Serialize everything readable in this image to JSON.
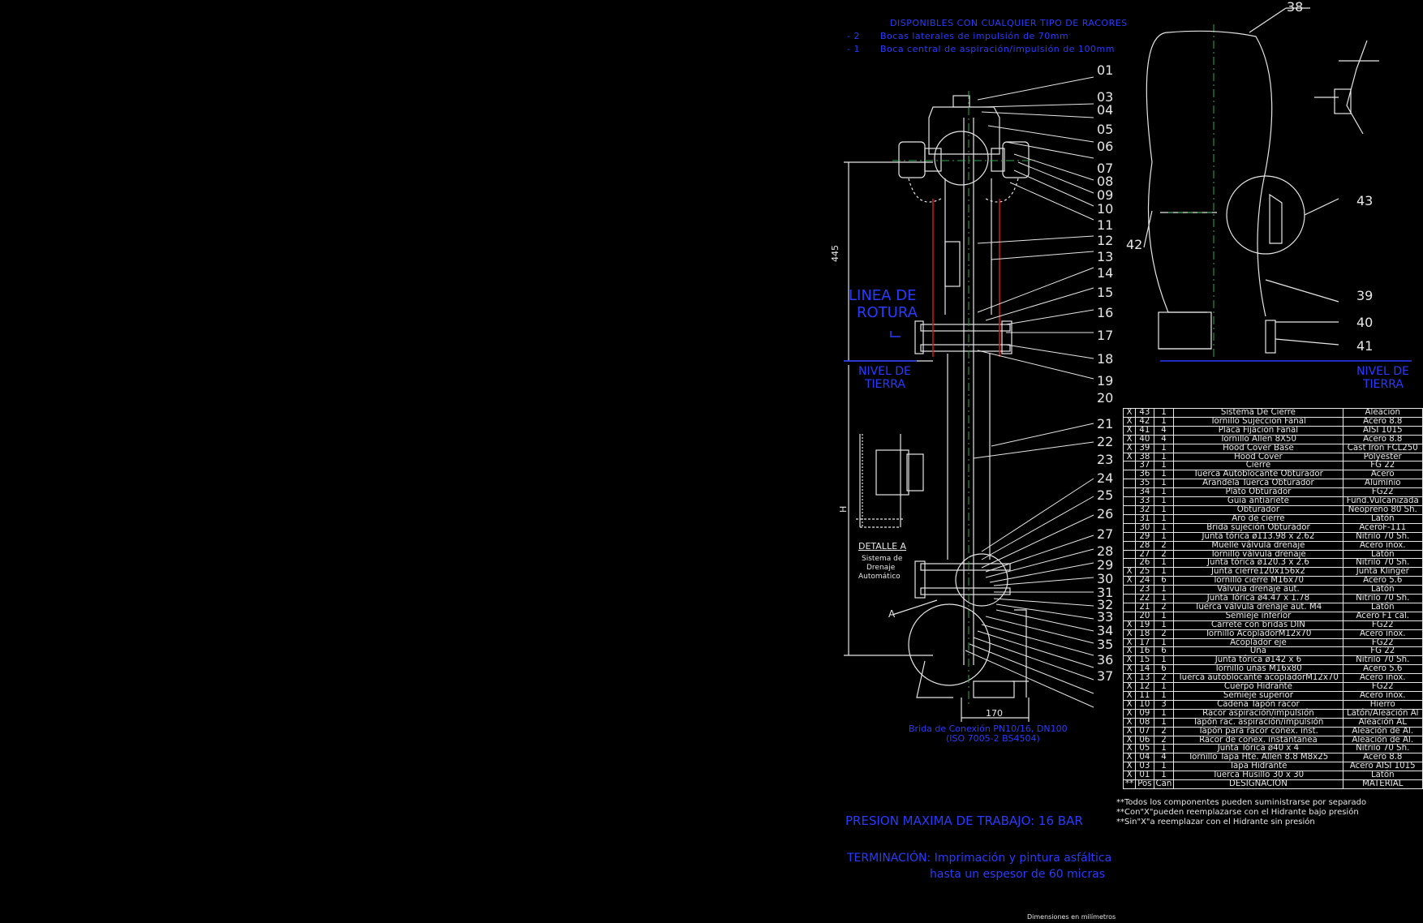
{
  "header": {
    "line1": "DISPONIBLES CON CUALQUIER TIPO DE RACORES",
    "line2_prefix": "- 2",
    "line2_text": "Bocas laterales de impulsión de 70mm",
    "line3_prefix": "- 1",
    "line3_text": "Boca central de aspiración/impulsión de 100mm"
  },
  "labels": {
    "linea_rotura_1": "LINEA DE",
    "linea_rotura_2": "ROTURA",
    "nivel_left_1": "NIVEL DE",
    "nivel_left_2": "TIERRA",
    "nivel_right_1": "NIVEL DE",
    "nivel_right_2": "TIERRA",
    "detalle_a": "DETALLE A",
    "detalle_desc_1": "Sistema de",
    "detalle_desc_2": "Drenaje",
    "detalle_desc_3": "Automático",
    "point_a": "A",
    "dim_445": "445",
    "dim_h": "H",
    "dim_170": "170",
    "brida_1": "Brida de Conexión PN10/16, DN100",
    "brida_2": "(ISO 7005-2 BS4504)",
    "presion": "PRESION MAXIMA DE TRABAJO: 16 BAR",
    "termin_1": "TERMINACIÓN: Imprimación y pintura asfáltica",
    "termin_2": "hasta un espesor de 60 micras",
    "dimensiones": "Dimensiones en milímetros"
  },
  "callouts_main": [
    "01",
    "03",
    "04",
    "05",
    "06",
    "07",
    "08",
    "09",
    "10",
    "11",
    "12",
    "13",
    "14",
    "15",
    "16",
    "17",
    "18",
    "19",
    "20",
    "21",
    "22",
    "23",
    "24",
    "25",
    "26",
    "27",
    "28",
    "29",
    "30",
    "31",
    "32",
    "33",
    "34",
    "35",
    "36",
    "37"
  ],
  "callouts_right": [
    "38",
    "42",
    "43",
    "39",
    "40",
    "41"
  ],
  "bom": {
    "rows": [
      {
        "x": "X",
        "pos": "43",
        "cant": "1",
        "des": "Sistema De Cierre",
        "mat": "Aleacion"
      },
      {
        "x": "X",
        "pos": "42",
        "cant": "1",
        "des": "Tornillo Sujeccion Fanal",
        "mat": "Acero 8.8"
      },
      {
        "x": "X",
        "pos": "41",
        "cant": "4",
        "des": "Placa Fijacion Fanal",
        "mat": "AISI 1015"
      },
      {
        "x": "X",
        "pos": "40",
        "cant": "4",
        "des": "Tornillo Allen 8X50",
        "mat": "Acero 8.8"
      },
      {
        "x": "X",
        "pos": "39",
        "cant": "1",
        "des": "Hood Cover Base",
        "mat": "Cast Iron FCL250"
      },
      {
        "x": "X",
        "pos": "38",
        "cant": "1",
        "des": "Hood Cover",
        "mat": "Polyester"
      },
      {
        "x": "",
        "pos": "37",
        "cant": "1",
        "des": "Cierre",
        "mat": "FG 22"
      },
      {
        "x": "",
        "pos": "36",
        "cant": "1",
        "des": "Tuerca Autoblocante Obturador",
        "mat": "Acero"
      },
      {
        "x": "",
        "pos": "35",
        "cant": "1",
        "des": "Arandela Tuerca Obturador",
        "mat": "Aluminio"
      },
      {
        "x": "",
        "pos": "34",
        "cant": "1",
        "des": "Plato Obturador",
        "mat": "FG22"
      },
      {
        "x": "",
        "pos": "33",
        "cant": "1",
        "des": "Guia antiariete",
        "mat": "Fund.Vulcanizada"
      },
      {
        "x": "",
        "pos": "32",
        "cant": "1",
        "des": "Obturador",
        "mat": "Neopreno 80 Sh."
      },
      {
        "x": "",
        "pos": "31",
        "cant": "1",
        "des": "Aro de cierre",
        "mat": "Latón"
      },
      {
        "x": "",
        "pos": "30",
        "cant": "1",
        "des": "Brida sujeción Obturador",
        "mat": "AceroF-111"
      },
      {
        "x": "",
        "pos": "29",
        "cant": "1",
        "des": "Junta tórica ø113.98 x 2.62",
        "mat": "Nitrilo 70 Sh."
      },
      {
        "x": "",
        "pos": "28",
        "cant": "2",
        "des": "Muelle válvula drenaje",
        "mat": "Acero inox."
      },
      {
        "x": "",
        "pos": "27",
        "cant": "2",
        "des": "Tornillo válvula drenaje",
        "mat": "Latón"
      },
      {
        "x": "",
        "pos": "26",
        "cant": "1",
        "des": "Junta tórica ø120.3 x 2.6",
        "mat": "Nitrilo 70 Sh."
      },
      {
        "x": "X",
        "pos": "25",
        "cant": "1",
        "des": "Junta cierre120x156x2",
        "mat": "Junta Klinger"
      },
      {
        "x": "X",
        "pos": "24",
        "cant": "6",
        "des": "Tornillo cierre M16x70",
        "mat": "Acero 5.6"
      },
      {
        "x": "",
        "pos": "23",
        "cant": "1",
        "des": "Válvula drenaje aut.",
        "mat": "Latón"
      },
      {
        "x": "",
        "pos": "22",
        "cant": "1",
        "des": "Junta Tórica ø4.47 x 1.78",
        "mat": "Nitrilo 70 Sh."
      },
      {
        "x": "",
        "pos": "21",
        "cant": "2",
        "des": "Tuerca válvula drenaje aut. M4",
        "mat": "Latón"
      },
      {
        "x": "",
        "pos": "20",
        "cant": "1",
        "des": "Semieje inferior",
        "mat": "Acero F1 cal."
      },
      {
        "x": "X",
        "pos": "19",
        "cant": "1",
        "des": "Carrete con bridas DIN",
        "mat": "FG22"
      },
      {
        "x": "X",
        "pos": "18",
        "cant": "2",
        "des": "Tornillo AcopladorM12x70",
        "mat": "Acero inox."
      },
      {
        "x": "X",
        "pos": "17",
        "cant": "1",
        "des": "Acoplador eje",
        "mat": "FG22"
      },
      {
        "x": "X",
        "pos": "16",
        "cant": "6",
        "des": "Uña",
        "mat": "FG 22"
      },
      {
        "x": "X",
        "pos": "15",
        "cant": "1",
        "des": "Junta tórica ø142 x 6",
        "mat": "Nitrilo 70 Sh."
      },
      {
        "x": "X",
        "pos": "14",
        "cant": "6",
        "des": "Tornillo uñas M16x80",
        "mat": "Acero 5.6"
      },
      {
        "x": "X",
        "pos": "13",
        "cant": "2",
        "des": "Tuerca autoblocante acopladorM12x70",
        "mat": "Acero inox."
      },
      {
        "x": "X",
        "pos": "12",
        "cant": "1",
        "des": "Cuerpo Hidrante",
        "mat": "FG22"
      },
      {
        "x": "X",
        "pos": "11",
        "cant": "1",
        "des": "Semieje superior",
        "mat": "Acero inox."
      },
      {
        "x": "X",
        "pos": "10",
        "cant": "3",
        "des": "Cadena Tapón racor",
        "mat": "Hierro"
      },
      {
        "x": "X",
        "pos": "09",
        "cant": "1",
        "des": "Racor aspiración/impulsión",
        "mat": "Latón/Aleación Al"
      },
      {
        "x": "X",
        "pos": "08",
        "cant": "1",
        "des": "Tapón rac. aspiración/impulsión",
        "mat": "Aleación AL"
      },
      {
        "x": "X",
        "pos": "07",
        "cant": "2",
        "des": "Tapón para racor conex. inst.",
        "mat": "Aleación de Al."
      },
      {
        "x": "X",
        "pos": "06",
        "cant": "2",
        "des": "Racor de conex. instantanea",
        "mat": "Aleación de Al."
      },
      {
        "x": "X",
        "pos": "05",
        "cant": "1",
        "des": "Junta Tórica ø40 x 4",
        "mat": "Nitrilo 70 Sh."
      },
      {
        "x": "X",
        "pos": "04",
        "cant": "4",
        "des": "Tornillo Tapa Hte. Allen 8.8 M8x25",
        "mat": "Acero 8.8"
      },
      {
        "x": "X",
        "pos": "03",
        "cant": "1",
        "des": "Tapa Hidrante",
        "mat": "Acero AISI 1015"
      },
      {
        "x": "X",
        "pos": "01",
        "cant": "1",
        "des": "Tuerca Husillo 30 x 30",
        "mat": "Latón"
      }
    ],
    "footer": {
      "x": "**",
      "pos": "Pos",
      "cant": "Can",
      "des": "DESIGNACIÓN",
      "mat": "MATERIAL"
    }
  },
  "notes": [
    "**Todos los componentes pueden suministrarse  por separado",
    "**Con\"X\"pueden reemplazarse con el Hidrante bajo presión",
    "**Sin\"X\"a reemplazar con el Hidrante sin presión"
  ],
  "colors": {
    "blue": "#2a3bff",
    "white": "#e6e6e6",
    "red": "#d01818",
    "green": "#2fa84a",
    "black": "#000000"
  }
}
